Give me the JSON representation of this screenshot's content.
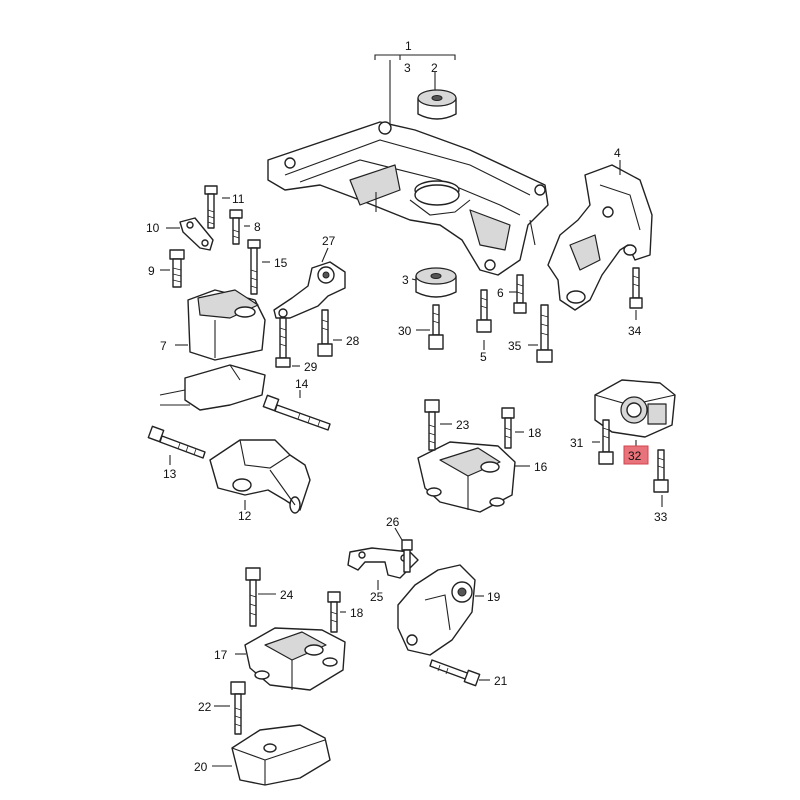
{
  "callouts": {
    "c1": "1",
    "c2": "2",
    "c3a": "3",
    "c3b": "3",
    "c4": "4",
    "c5": "5",
    "c6": "6",
    "c7": "7",
    "c8": "8",
    "c9": "9",
    "c10": "10",
    "c11": "11",
    "c12": "12",
    "c13": "13",
    "c14": "14",
    "c15": "15",
    "c16": "16",
    "c17": "17",
    "c18a": "18",
    "c18b": "18",
    "c19": "19",
    "c20": "20",
    "c21": "21",
    "c22": "22",
    "c23": "23",
    "c24": "24",
    "c25": "25",
    "c26": "26",
    "c27": "27",
    "c28": "28",
    "c29": "29",
    "c30": "30",
    "c31": "31",
    "c32": "32",
    "c33": "33",
    "c34": "34",
    "c35": "35"
  },
  "highlight": {
    "callout": "32",
    "color": "#e8737a"
  }
}
